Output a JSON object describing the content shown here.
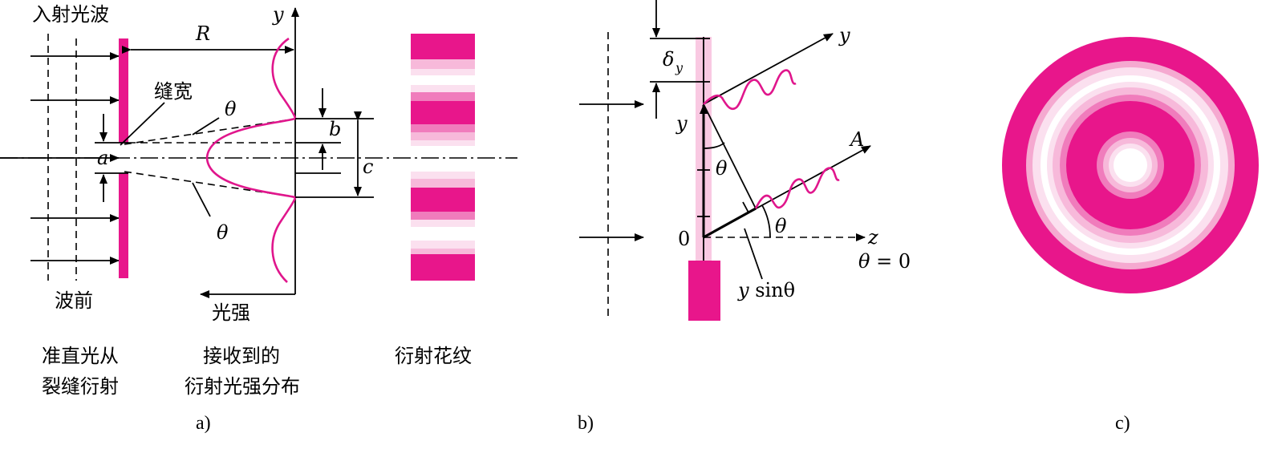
{
  "colors": {
    "magenta": "#e8168b",
    "slit_light": "#f9c9e2",
    "band_mid": "#f07cbc",
    "band_light": "#f7b9da",
    "band_pale": "#fbe0ef"
  },
  "panel_a": {
    "label_incident_wave": "入射光波",
    "label_slit_width": "缝宽",
    "label_wavefront": "波前",
    "label_intensity": "光强",
    "sym_R": "R",
    "sym_y": "y",
    "sym_theta_top": "θ",
    "sym_theta_bottom": "θ",
    "sym_a": "a",
    "sym_b": "b",
    "sym_c": "c",
    "caption_1_line1": "准直光从",
    "caption_1_line2": "裂缝衍射",
    "caption_2_line1": "接收到的",
    "caption_2_line2": "衍射光强分布",
    "caption_3": "衍射花纹",
    "sublabel": "a)"
  },
  "panel_b": {
    "sym_delta": "δ",
    "sym_delta_sub": "y",
    "sym_y_axis": "y",
    "sym_y_slit": "y",
    "sym_theta_1": "θ",
    "sym_theta_2": "θ",
    "sym_A": "A",
    "sym_z": "z",
    "sym_zero": "0",
    "theta_zero_theta": "θ",
    "theta_zero_rest": " = 0",
    "ysin_y": "y",
    "ysin_rest": " sinθ",
    "sublabel": "b)"
  },
  "panel_c": {
    "sublabel": "c)"
  }
}
